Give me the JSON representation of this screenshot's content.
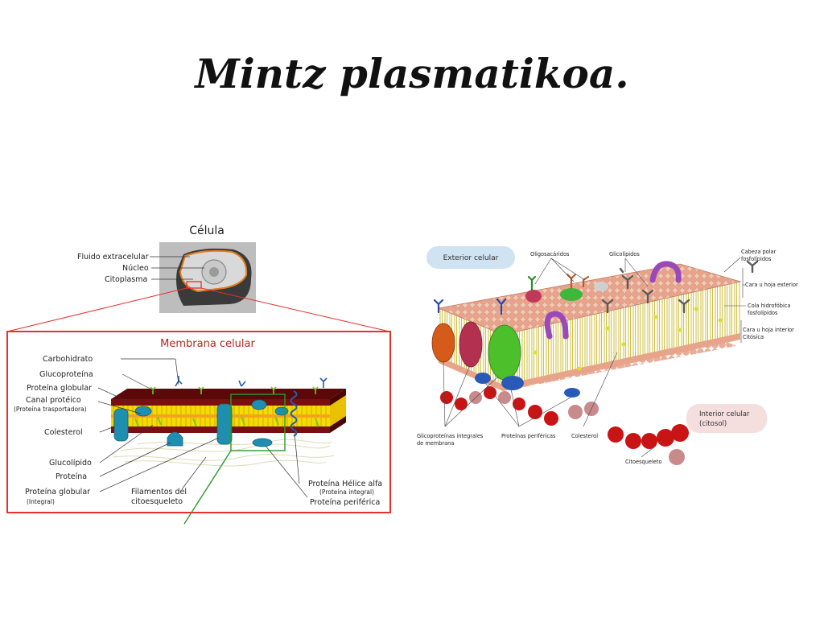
{
  "slide": {
    "title": "Mintz plasmatikoa."
  },
  "left_figure": {
    "cell_title": "Célula",
    "cell_labels": [
      "Fluido extracelular",
      "Núcleo",
      "Citoplasma"
    ],
    "inset_title": "Membrana celular",
    "left_labels": [
      "Carbohidrato",
      "Glucoproteína",
      "Proteína globular",
      "Canal protéico",
      "(Proteína trasportadora)",
      "Colesterol",
      "Glucolípido",
      "Proteína",
      "Proteína globular",
      "(Integral)"
    ],
    "bottom_labels": [
      "Filamentos del",
      "citoesqueleto"
    ],
    "right_labels": [
      "Proteína Hélice alfa",
      "(Proteína integral)",
      "Proteína periférica"
    ],
    "colors": {
      "frame": "#e8312e",
      "zoom": "#2a9a2a",
      "protein": "#1f8fb0",
      "lipid_band": "#f5e000",
      "membrane_dark": "#6b0b0b"
    }
  },
  "right_figure": {
    "region_labels": {
      "exterior": "Exterior celular",
      "interior_1": "Interior celular",
      "interior_2": "(citosol)"
    },
    "top_labels": [
      "Oligosacáridos",
      "Glicolípidos"
    ],
    "side_labels": [
      "Cabeza polar",
      "fosfolípidos",
      "Cara u hoja exterior",
      "Cola hidrofóbica",
      "fosfolípidos",
      "Cara u hoja interior",
      "Citósica"
    ],
    "bottom_labels": [
      "Glicoproteínas integrales",
      "de membrana",
      "Proteínas periféricas",
      "Colesterol",
      "Citoesqueleto"
    ],
    "colors": {
      "head": "#e8a48a",
      "tail": "#c9b840",
      "exterior_pill": "#cfe3f2",
      "interior_pill": "#f5dede",
      "cytoskeleton": "#c81414"
    }
  }
}
